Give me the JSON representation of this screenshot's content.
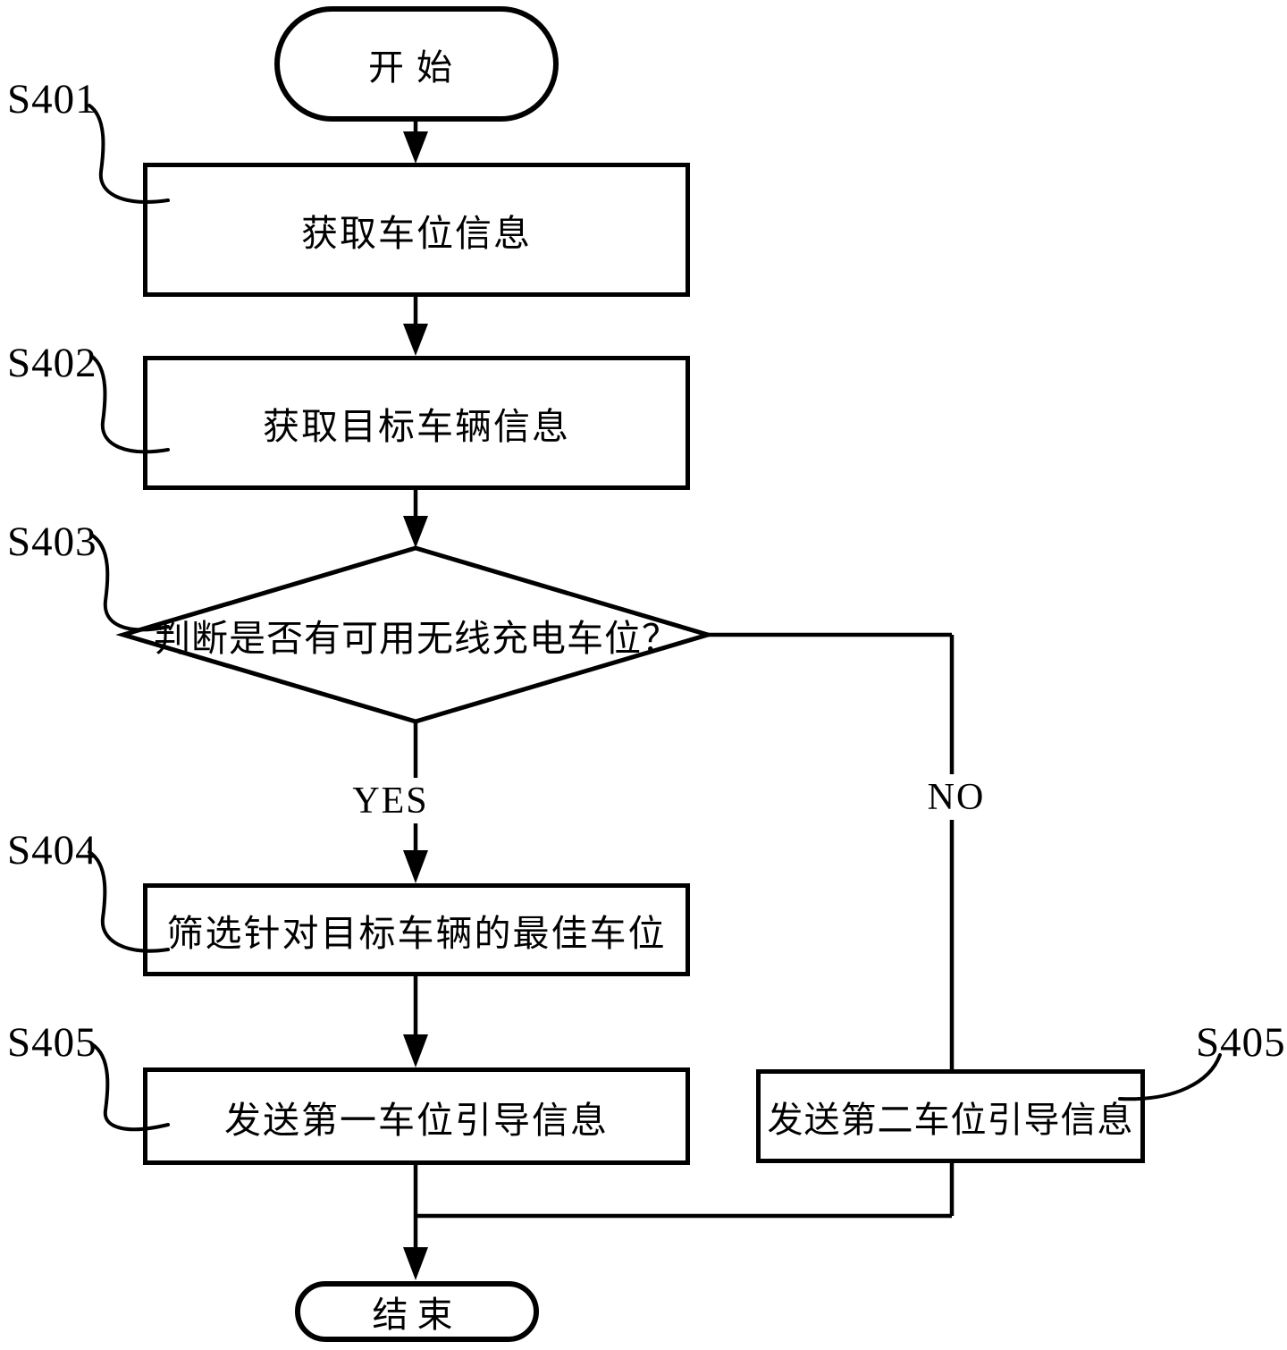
{
  "page": {
    "background": "#ffffff",
    "line_color": "#000000"
  },
  "flowchart": {
    "start": {
      "label": "开始"
    },
    "steps": {
      "s401": {
        "tag": "S401",
        "label": "获取车位信息"
      },
      "s402": {
        "tag": "S402",
        "label": "获取目标车辆信息"
      },
      "s403": {
        "tag": "S403",
        "label": "判断是否有可用无线充电车位？"
      },
      "s404": {
        "tag": "S404",
        "label": "筛选针对目标车辆的最佳车位"
      },
      "s405_first": {
        "tag": "S405",
        "label": "发送第一车位引导信息"
      },
      "s405_second": {
        "tag": "S405",
        "label": "发送第二车位引导信息"
      }
    },
    "branch_labels": {
      "yes": "YES",
      "no": "NO"
    },
    "end": {
      "label": "结束"
    },
    "edges": [
      {
        "from": "start",
        "to": "s401"
      },
      {
        "from": "s401",
        "to": "s402"
      },
      {
        "from": "s402",
        "to": "s403"
      },
      {
        "from": "s403",
        "to": "s404",
        "condition": "YES"
      },
      {
        "from": "s403",
        "to": "s405_second",
        "condition": "NO"
      },
      {
        "from": "s404",
        "to": "s405_first"
      },
      {
        "from": "s405_first",
        "to": "end"
      },
      {
        "from": "s405_second",
        "to": "end"
      }
    ]
  }
}
